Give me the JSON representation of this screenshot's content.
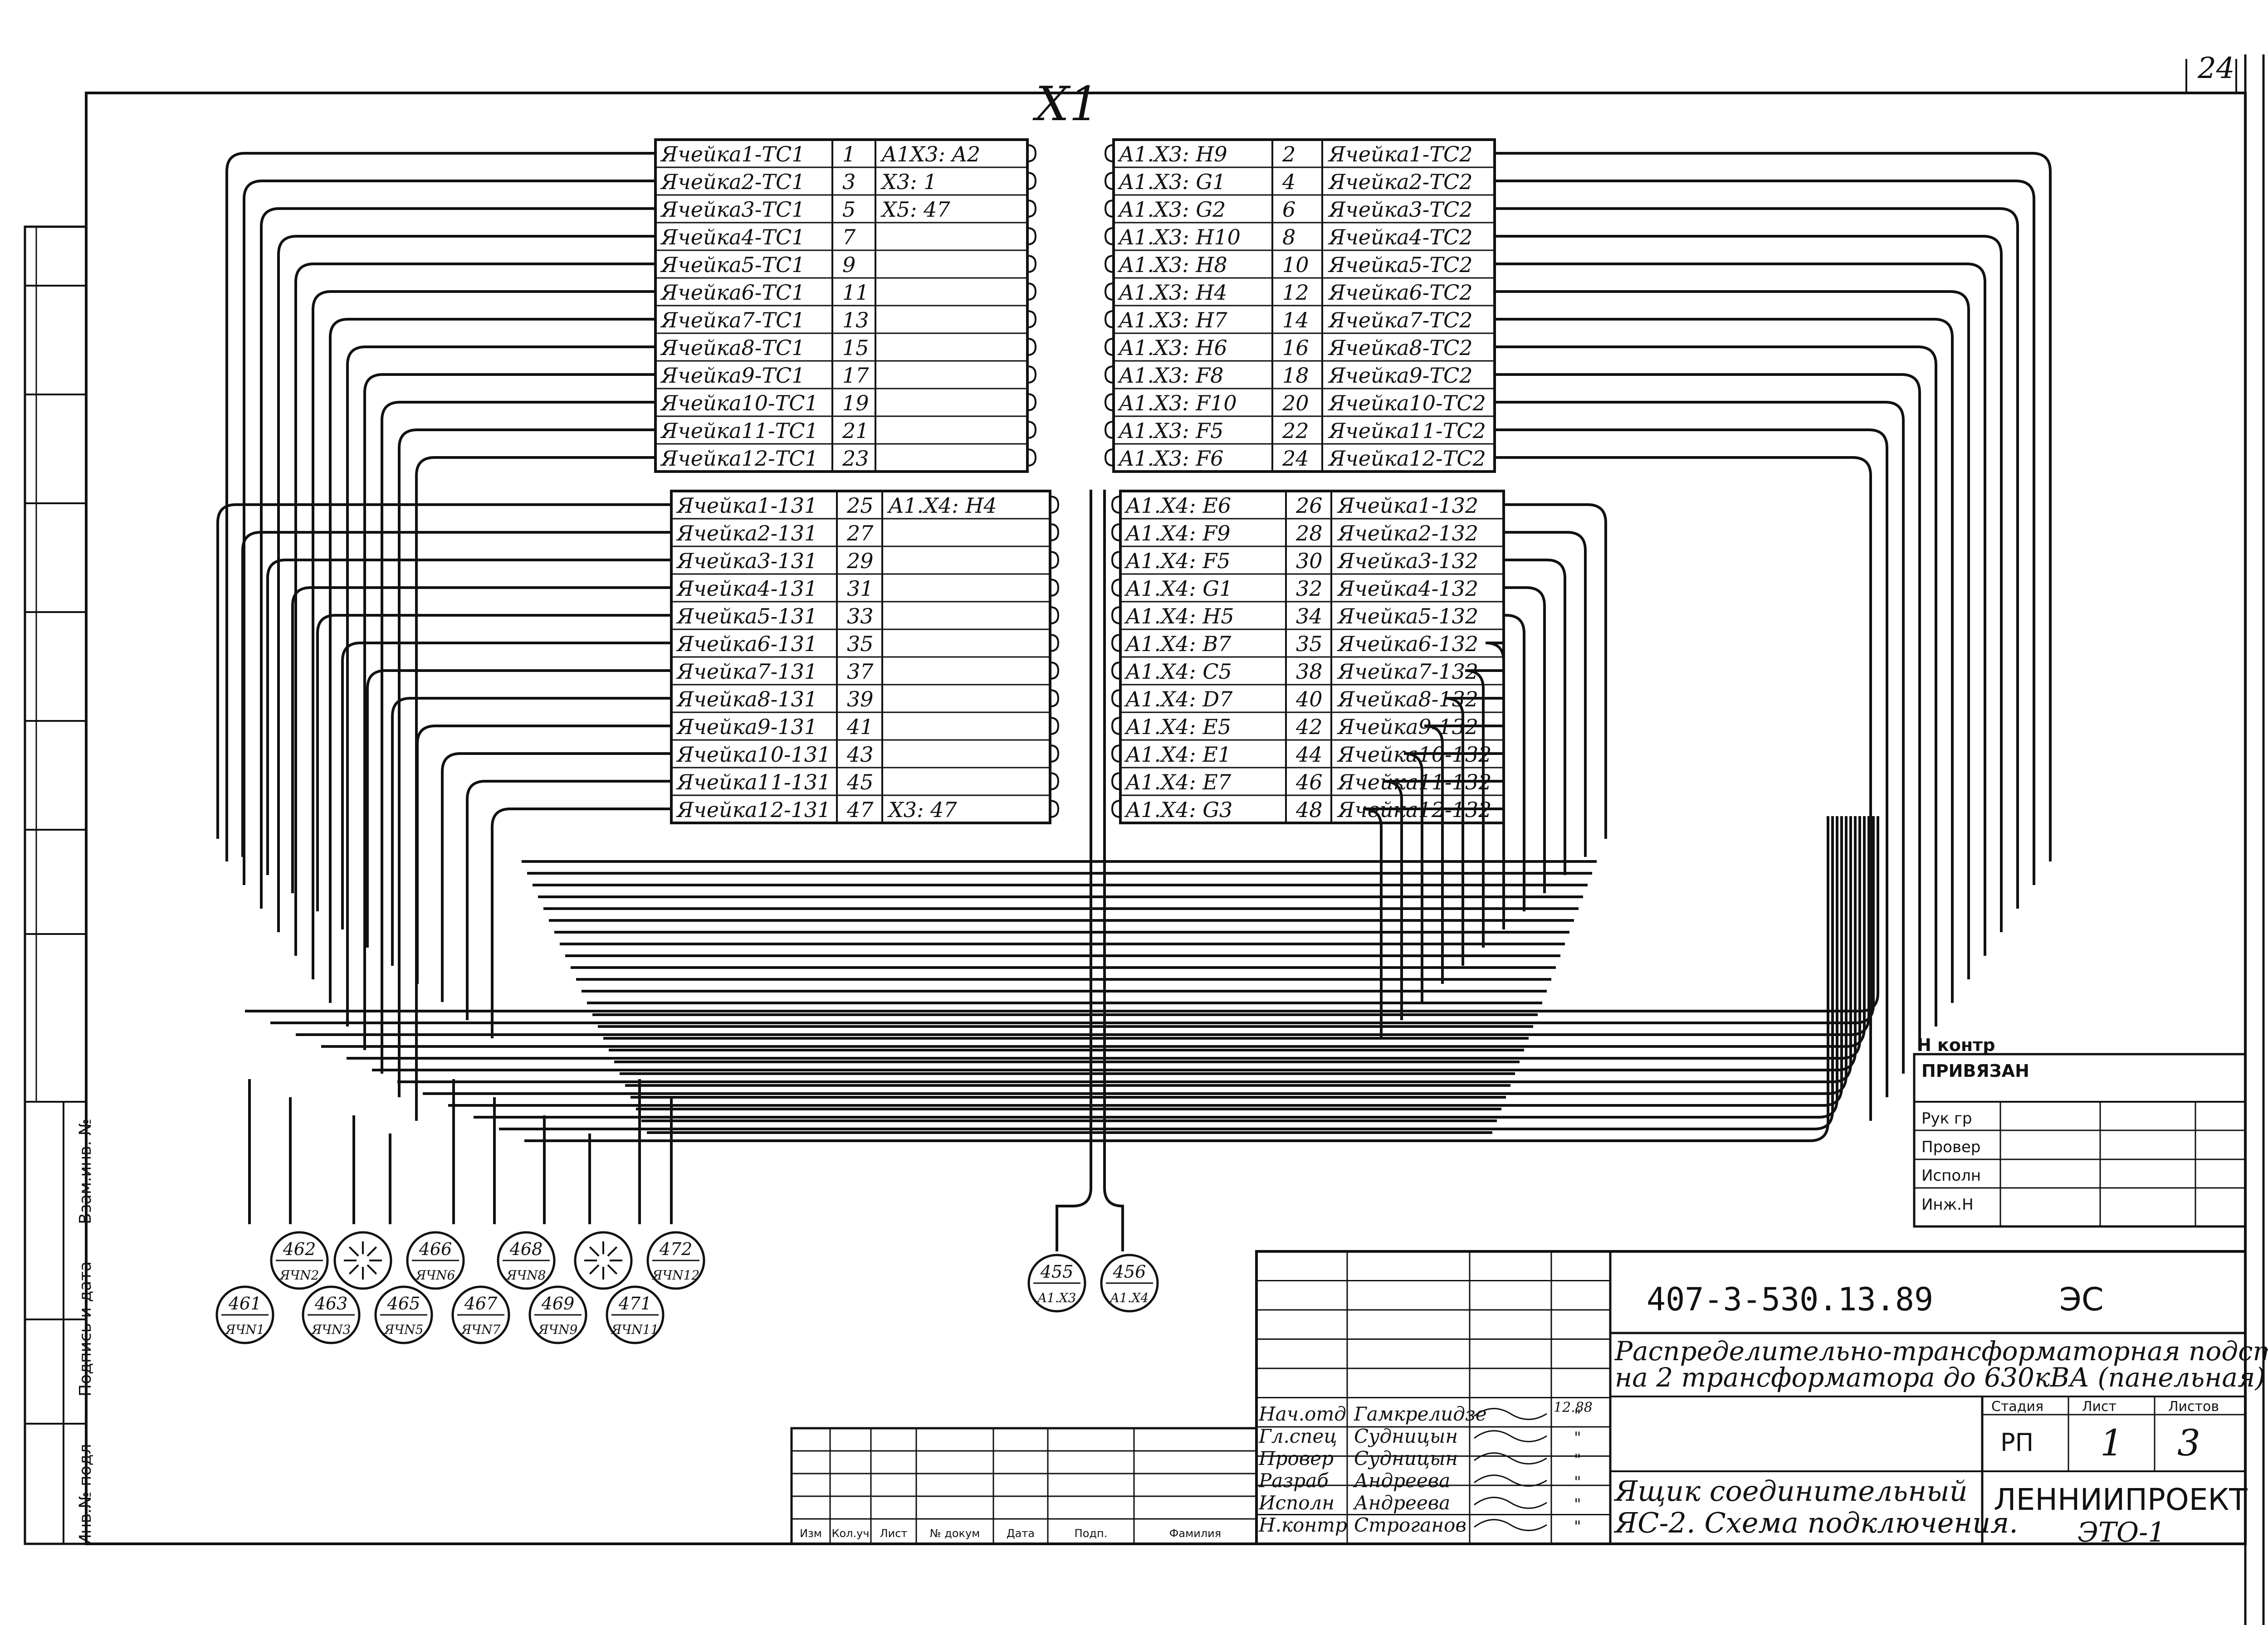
{
  "sheet_number": "24",
  "connector_label": "X1",
  "colors": {
    "ink": "#111111",
    "paper": "#ffffff"
  },
  "block_top_left": [
    [
      "Ячейка1-TC1",
      "1",
      "A1X3: A2"
    ],
    [
      "Ячейка2-TC1",
      "3",
      "X3: 1"
    ],
    [
      "Ячейка3-TC1",
      "5",
      "X5: 47"
    ],
    [
      "Ячейка4-TC1",
      "7",
      ""
    ],
    [
      "Ячейка5-TC1",
      "9",
      ""
    ],
    [
      "Ячейка6-TC1",
      "11",
      ""
    ],
    [
      "Ячейка7-TC1",
      "13",
      ""
    ],
    [
      "Ячейка8-TC1",
      "15",
      ""
    ],
    [
      "Ячейка9-TC1",
      "17",
      ""
    ],
    [
      "Ячейка10-TC1",
      "19",
      ""
    ],
    [
      "Ячейка11-TC1",
      "21",
      ""
    ],
    [
      "Ячейка12-TC1",
      "23",
      ""
    ]
  ],
  "block_top_right": [
    [
      "A1.X3: H9",
      "2",
      "Ячейка1-TC2"
    ],
    [
      "A1.X3: G1",
      "4",
      "Ячейка2-TC2"
    ],
    [
      "A1.X3: G2",
      "6",
      "Ячейка3-TC2"
    ],
    [
      "A1.X3: H10",
      "8",
      "Ячейка4-TC2"
    ],
    [
      "A1.X3: H8",
      "10",
      "Ячейка5-TC2"
    ],
    [
      "A1.X3: H4",
      "12",
      "Ячейка6-TC2"
    ],
    [
      "A1.X3: H7",
      "14",
      "Ячейка7-TC2"
    ],
    [
      "A1.X3: H6",
      "16",
      "Ячейка8-TC2"
    ],
    [
      "A1.X3: F8",
      "18",
      "Ячейка9-TC2"
    ],
    [
      "A1.X3: F10",
      "20",
      "Ячейка10-TC2"
    ],
    [
      "A1.X3: F5",
      "22",
      "Ячейка11-TC2"
    ],
    [
      "A1.X3: F6",
      "24",
      "Ячейка12-TC2"
    ]
  ],
  "block_bottom_left": [
    [
      "Ячейка1-131",
      "25",
      "A1.X4: H4"
    ],
    [
      "Ячейка2-131",
      "27",
      ""
    ],
    [
      "Ячейка3-131",
      "29",
      ""
    ],
    [
      "Ячейка4-131",
      "31",
      ""
    ],
    [
      "Ячейка5-131",
      "33",
      ""
    ],
    [
      "Ячейка6-131",
      "35",
      ""
    ],
    [
      "Ячейка7-131",
      "37",
      ""
    ],
    [
      "Ячейка8-131",
      "39",
      ""
    ],
    [
      "Ячейка9-131",
      "41",
      ""
    ],
    [
      "Ячейка10-131",
      "43",
      ""
    ],
    [
      "Ячейка11-131",
      "45",
      ""
    ],
    [
      "Ячейка12-131",
      "47",
      "X3: 47"
    ]
  ],
  "block_bottom_right": [
    [
      "A1.X4: E6",
      "26",
      "Ячейка1-132"
    ],
    [
      "A1.X4: F9",
      "28",
      "Ячейка2-132"
    ],
    [
      "A1.X4: F5",
      "30",
      "Ячейка3-132"
    ],
    [
      "A1.X4: G1",
      "32",
      "Ячейка4-132"
    ],
    [
      "A1.X4: H5",
      "34",
      "Ячейка5-132"
    ],
    [
      "A1.X4: B7",
      "35",
      "Ячейка6-132"
    ],
    [
      "A1.X4: C5",
      "38",
      "Ячейка7-132"
    ],
    [
      "A1.X4: D7",
      "40",
      "Ячейка8-132"
    ],
    [
      "A1.X4: E5",
      "42",
      "Ячейка9-132"
    ],
    [
      "A1.X4: E1",
      "44",
      "Ячейка10-132"
    ],
    [
      "A1.X4: E7",
      "46",
      "Ячейка11-132"
    ],
    [
      "A1.X4: G3",
      "48",
      "Ячейка12-132"
    ]
  ],
  "plugs_upper": [
    {
      "num": "462",
      "label": "ЯЧN2"
    },
    {
      "num": "",
      "label": ""
    },
    {
      "num": "466",
      "label": "ЯЧN6"
    },
    {
      "num": "468",
      "label": "ЯЧN8"
    },
    {
      "num": "",
      "label": ""
    },
    {
      "num": "472",
      "label": "ЯЧN12"
    }
  ],
  "plugs_lower": [
    {
      "num": "461",
      "label": "ЯЧN1"
    },
    {
      "num": "463",
      "label": "ЯЧN3"
    },
    {
      "num": "465",
      "label": "ЯЧN5"
    },
    {
      "num": "467",
      "label": "ЯЧN7"
    },
    {
      "num": "469",
      "label": "ЯЧN9"
    },
    {
      "num": "471",
      "label": "ЯЧN11"
    }
  ],
  "plugs_center": [
    {
      "num": "455",
      "label": "A1.X3"
    },
    {
      "num": "456",
      "label": "A1.X4"
    }
  ],
  "margin_stamps": [
    "Взам.инв. №",
    "Подпись и дата",
    "Инв.№ подл"
  ],
  "approval_box": {
    "title": "Н контр",
    "bound": "ПРИВЯЗАН",
    "rows": [
      "Рук гр",
      "Провер",
      "Исполн",
      "Инж.Н"
    ]
  },
  "title_block": {
    "code": "407-3-530.13.89",
    "mark": "ЭС",
    "project_line1": "Распределительно-трансформаторная подстанция",
    "project_line2": "на 2 трансформатора до 630кВА (панельная)",
    "sheet_title_line1": "Ящик соединительный",
    "sheet_title_line2": "ЯС-2. Схема подключения.",
    "org_line1": "ЛЕННИИПРОЕКТ",
    "org_line2": "ЭТО-1",
    "stage_header": "Стадия",
    "sheet_header": "Лист",
    "sheets_header": "Листов",
    "stage": "РП",
    "sheet": "1",
    "sheets": "3",
    "date": "12.88",
    "staff": [
      {
        "role": "Нач.отд",
        "name": "Гамкрелидзе"
      },
      {
        "role": "Гл.спец",
        "name": "Судницын"
      },
      {
        "role": "Провер",
        "name": "Судницын"
      },
      {
        "role": "Разраб",
        "name": "Андреева"
      },
      {
        "role": "Исполн",
        "name": "Андреева"
      },
      {
        "role": "Н.контр",
        "name": "Строганов"
      }
    ],
    "ditto": "\"",
    "rev_headers": [
      "Изм",
      "Кол.уч",
      "Лист",
      "№ докум",
      "Дата",
      "Подп.",
      "Фамилия"
    ]
  }
}
